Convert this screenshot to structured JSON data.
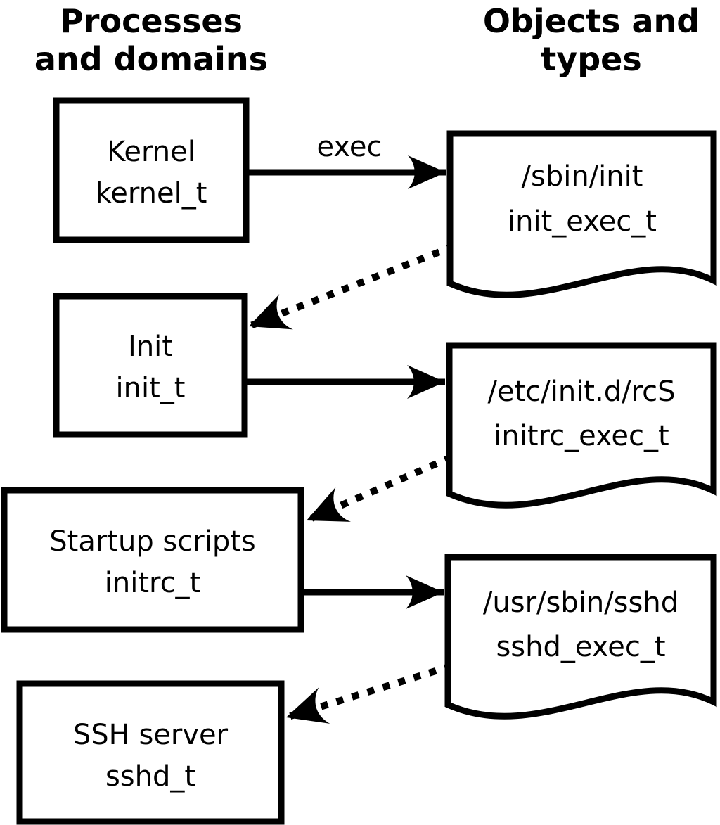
{
  "diagram": {
    "title_columns": {
      "left": {
        "line1": "Processes",
        "line2": "and domains"
      },
      "right": {
        "line1": "Objects and",
        "line2": "types"
      }
    },
    "processes": [
      {
        "label": "Kernel",
        "domain_type": "kernel_t"
      },
      {
        "label": "Init",
        "domain_type": "init_t"
      },
      {
        "label": "Startup scripts",
        "domain_type": "initrc_t"
      },
      {
        "label": "SSH server",
        "domain_type": "sshd_t"
      }
    ],
    "objects": [
      {
        "path": "/sbin/init",
        "object_type": "init_exec_t"
      },
      {
        "path": "/etc/init.d/rcS",
        "object_type": "initrc_exec_t"
      },
      {
        "path": "/usr/sbin/sshd",
        "object_type": "sshd_exec_t"
      }
    ],
    "arrows": {
      "exec_label": "exec"
    },
    "colors": {
      "stroke": "#000000",
      "fill": "#ffffff"
    }
  }
}
